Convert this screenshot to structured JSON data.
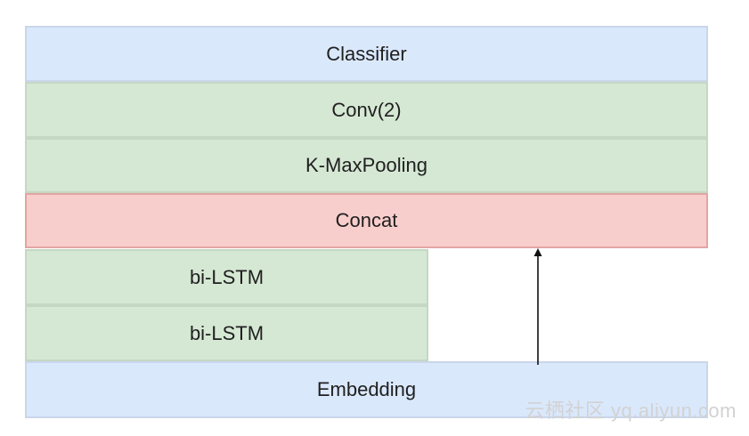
{
  "diagram": {
    "layers": {
      "classifier": "Classifier",
      "conv": "Conv(2)",
      "kmax_pooling": "K-MaxPooling",
      "concat": "Concat",
      "bilstm_top": "bi-LSTM",
      "bilstm_bottom": "bi-LSTM",
      "embedding": "Embedding"
    },
    "connections": [
      {
        "from": "embedding",
        "to": "concat",
        "type": "arrow"
      }
    ]
  },
  "watermark": "云栖社区 yq.aliyun.com",
  "colors": {
    "blue_fill": "#dae8fc",
    "green_fill": "#d5e8d4",
    "red_fill": "#f8cecc",
    "arrow": "#111111"
  }
}
